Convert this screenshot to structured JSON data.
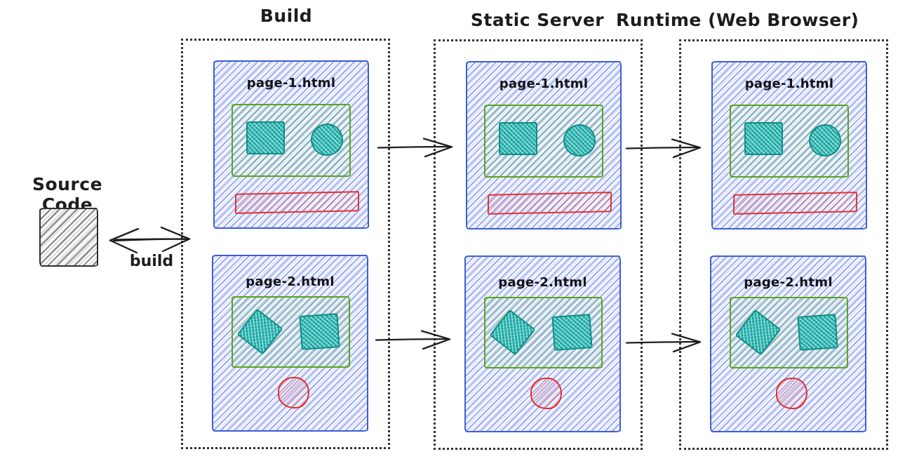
{
  "diagram": {
    "description": "Static site generation flow diagram, hand-drawn style"
  },
  "colors": {
    "ink": "#1d1d1d",
    "blue_stroke": "#3f5dd8",
    "blue_hatch": "#7b91ea",
    "green_stroke": "#5ba516",
    "green_hatch": "#52b748",
    "teal_fill": "#2cb9b4",
    "teal_stroke": "#0f8d88",
    "red_stroke": "#e03131",
    "red_hatch": "#ef7a7a",
    "gray_stroke": "#2f2f2f",
    "gray_hatch": "#5a5a5a"
  },
  "source": {
    "label": "Source Code"
  },
  "build_arrow": {
    "label": "build"
  },
  "columns": [
    {
      "title": "Build",
      "pages": [
        {
          "filename": "page-1.html"
        },
        {
          "filename": "page-2.html"
        }
      ]
    },
    {
      "title": "Static Server",
      "pages": [
        {
          "filename": "page-1.html"
        },
        {
          "filename": "page-2.html"
        }
      ]
    },
    {
      "title": "Runtime (Web Browser)",
      "pages": [
        {
          "filename": "page-1.html"
        },
        {
          "filename": "page-2.html"
        }
      ]
    }
  ]
}
